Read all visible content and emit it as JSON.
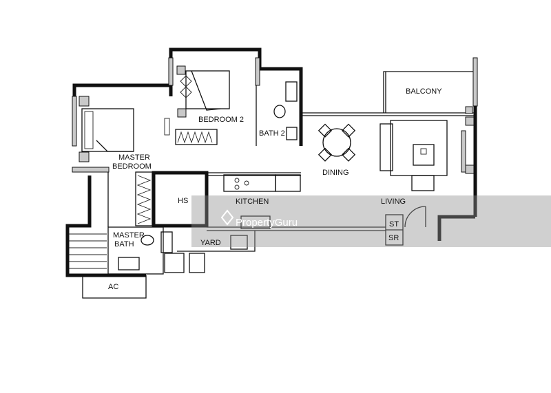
{
  "rooms": {
    "bedroom2": "BEDROOM 2",
    "bath2": "BATH 2",
    "balcony": "BALCONY",
    "master_bedroom_line1": "MASTER",
    "master_bedroom_line2": "BEDROOM",
    "dining": "DINING",
    "hs": "HS",
    "kitchen": "KITCHEN",
    "living": "LIVING",
    "master_bath_line1": "MASTER",
    "master_bath_line2": "BATH",
    "yard": "YARD",
    "st": "ST",
    "sr": "SR",
    "ac": "AC"
  },
  "watermark": {
    "text": "PropertyGuru"
  }
}
